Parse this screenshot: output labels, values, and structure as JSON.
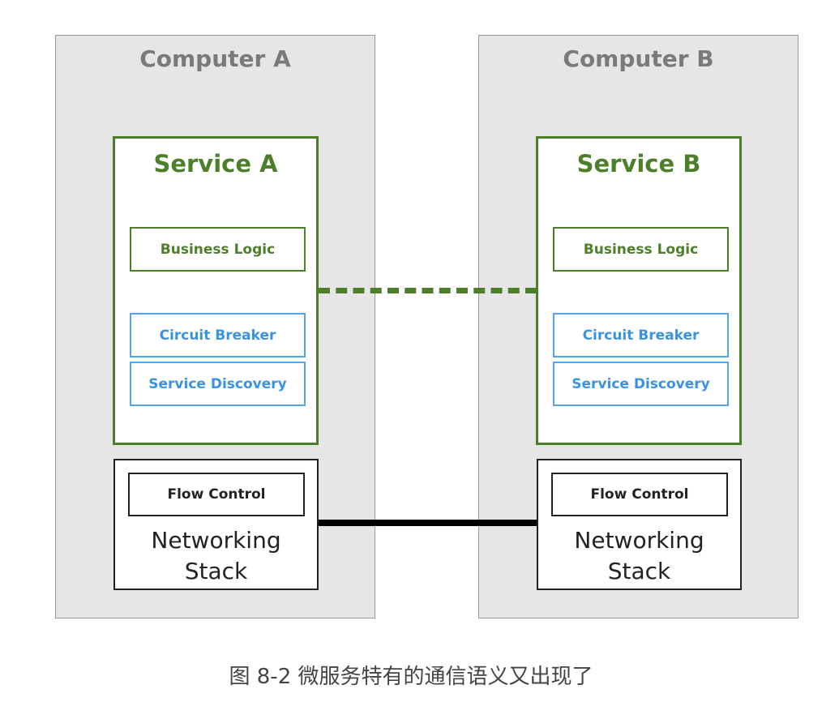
{
  "computers": [
    {
      "title": "Computer A",
      "service": {
        "title": "Service A",
        "business_logic": "Business Logic",
        "circuit_breaker": "Circuit Breaker",
        "service_discovery": "Service Discovery"
      },
      "networking": {
        "flow_control": "Flow Control",
        "label_line1": "Networking",
        "label_line2": "Stack"
      }
    },
    {
      "title": "Computer B",
      "service": {
        "title": "Service B",
        "business_logic": "Business Logic",
        "circuit_breaker": "Circuit Breaker",
        "service_discovery": "Service Discovery"
      },
      "networking": {
        "flow_control": "Flow Control",
        "label_line1": "Networking",
        "label_line2": "Stack"
      }
    }
  ],
  "connections": {
    "service_link": {
      "style": "dashed",
      "color": "#4d7f2a"
    },
    "network_link": {
      "style": "solid",
      "color": "#000000"
    }
  },
  "colors": {
    "service_green": "#4d7f2a",
    "infra_blue": "#3a92e4",
    "computer_bg": "#e6e6e6"
  },
  "caption": "图 8-2 微服务特有的通信语义又出现了"
}
